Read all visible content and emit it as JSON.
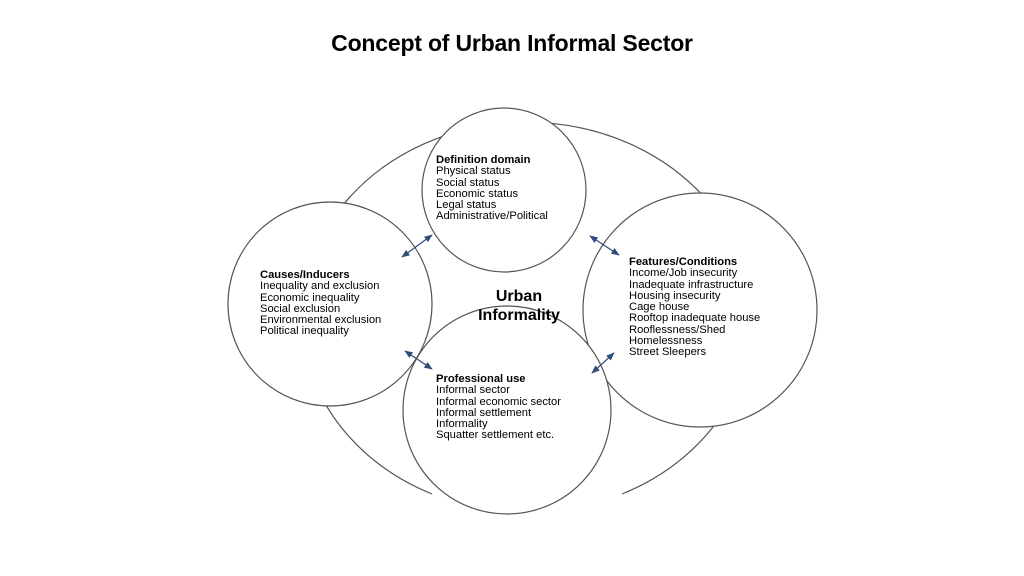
{
  "title": "Concept of Urban Informal Sector",
  "center": {
    "line1": "Urban",
    "line2": "Informality"
  },
  "nodes": {
    "definition": {
      "heading": "Definition domain",
      "items": [
        "Physical status",
        "Social status",
        "Economic status",
        "Legal status",
        "Administrative/Political"
      ]
    },
    "causes": {
      "heading": "Causes/Inducers",
      "items": [
        "Inequality and exclusion",
        "Economic inequality",
        "Social exclusion",
        "Environmental exclusion",
        "Political inequality"
      ]
    },
    "features": {
      "heading": "Features/Conditions",
      "items": [
        "Income/Job insecurity",
        "Inadequate infrastructure",
        "Housing insecurity",
        "Cage house",
        "Rooftop inadequate house",
        "Rooflessness/Shed",
        "Homelessness",
        "Street Sleepers"
      ]
    },
    "professional": {
      "heading": "Professional use",
      "items": [
        "Informal sector",
        "Informal economic sector",
        "Informal settlement",
        "Informality",
        "Squatter settlement etc."
      ]
    }
  },
  "colors": {
    "outline": "#555555",
    "arrow": "#2f4d7a",
    "text": "#000000"
  }
}
